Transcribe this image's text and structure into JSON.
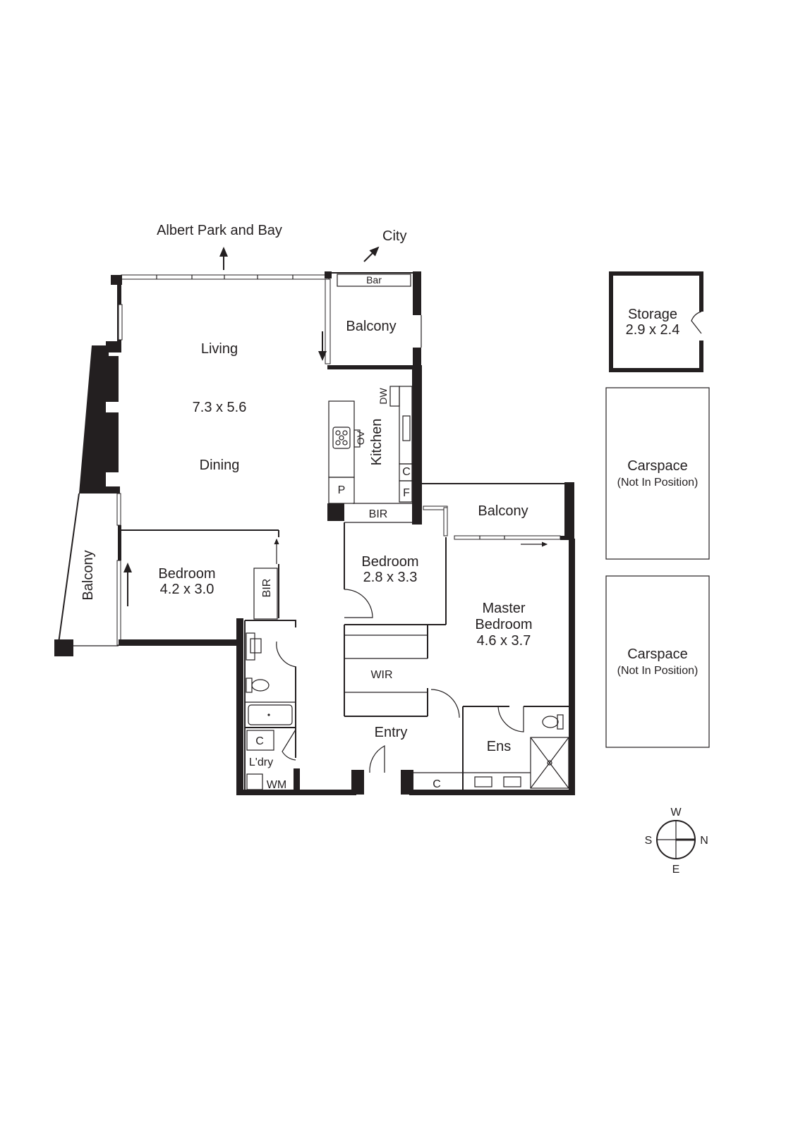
{
  "orientation": {
    "view_north": "Albert Park and Bay",
    "view_city": "City"
  },
  "rooms": {
    "living": {
      "label": "Living",
      "dims": "7.3 x 5.6",
      "sub": "Dining"
    },
    "balcony_top": {
      "label": "Balcony",
      "fixture": "Bar"
    },
    "kitchen": {
      "label": "Kitchen",
      "dw": "DW",
      "ov": "OV",
      "c": "C",
      "f": "F",
      "p": "P"
    },
    "bir_kitchen": {
      "label": "BIR"
    },
    "bedroom1": {
      "label": "Bedroom",
      "dims": "4.2 x 3.0",
      "bir": "BIR"
    },
    "balcony_left": {
      "label": "Balcony"
    },
    "bedroom2": {
      "label": "Bedroom",
      "dims": "2.8 x 3.3"
    },
    "balcony_right": {
      "label": "Balcony"
    },
    "master": {
      "label1": "Master",
      "label2": "Bedroom",
      "dims": "4.6 x 3.7"
    },
    "wir": {
      "label": "WIR"
    },
    "entry": {
      "label": "Entry",
      "c": "C"
    },
    "ensuite": {
      "label": "Ens"
    },
    "laundry": {
      "label": "L'dry",
      "c": "C",
      "wm": "WM"
    }
  },
  "storage": {
    "label": "Storage",
    "dims": "2.9 x 2.4"
  },
  "carspaces": [
    {
      "label": "Carspace",
      "note": "(Not In Position)"
    },
    {
      "label": "Carspace",
      "note": "(Not In Position)"
    }
  ],
  "compass": {
    "w": "W",
    "s": "S",
    "n": "N",
    "e": "E"
  }
}
